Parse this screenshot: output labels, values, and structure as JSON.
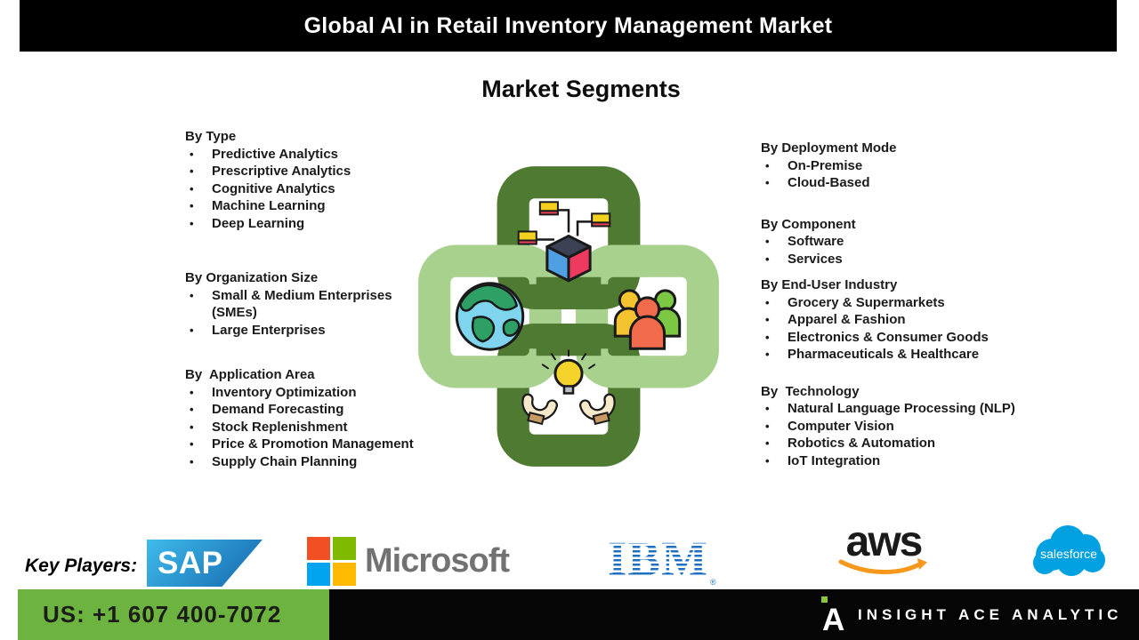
{
  "header": {
    "title": "Global AI in Retail Inventory Management Market"
  },
  "section_title": "Market Segments",
  "segments_left": [
    {
      "heading": "By Type",
      "items": [
        "Predictive Analytics",
        "Prescriptive Analytics",
        "Cognitive Analytics",
        "Machine Learning",
        "Deep Learning"
      ]
    },
    {
      "heading": "By Organization Size",
      "items": [
        "Small & Medium Enterprises (SMEs)",
        "Large Enterprises"
      ]
    },
    {
      "heading": "By  Application Area",
      "items": [
        "Inventory Optimization",
        "Demand Forecasting",
        "Stock Replenishment",
        "Price & Promotion Management",
        "Supply Chain Planning"
      ]
    }
  ],
  "segments_right": [
    {
      "heading": "By Deployment Mode",
      "items": [
        "On-Premise",
        "Cloud-Based"
      ]
    },
    {
      "heading": "By Component",
      "items": [
        "Software",
        "Services"
      ]
    },
    {
      "heading": "By End-User Industry",
      "items": [
        "Grocery & Supermarkets",
        "Apparel & Fashion",
        "Electronics & Consumer Goods",
        "Pharmaceuticals & Healthcare"
      ]
    },
    {
      "heading": "By  Technology",
      "items": [
        "Natural Language Processing (NLP)",
        "Computer Vision",
        "Robotics & Automation",
        "IoT Integration"
      ]
    }
  ],
  "center_illustration": {
    "description": "Four interlocking chain links with icons",
    "icons": [
      "data-cube-network-icon",
      "globe-icon",
      "people-group-icon",
      "idea-hands-icon"
    ]
  },
  "key_players": {
    "label": "Key Players:",
    "sap": "SAP",
    "microsoft": "Microsoft",
    "ibm": "IBM",
    "ibm_reg": "®",
    "aws": "aws",
    "salesforce": "salesforce"
  },
  "footer": {
    "phone": "US: +1 607 400-7072",
    "brand": "INSIGHT ACE ANALYTIC"
  },
  "colors": {
    "chain_dark_green": "#4E7B31",
    "chain_light_green": "#A9D18E",
    "footer_green": "#6CB33F",
    "microsoft_red": "#F25022",
    "microsoft_green": "#7FBA00",
    "microsoft_blue": "#00A4EF",
    "microsoft_yellow": "#FFB900",
    "ibm_blue": "#1F70C1",
    "aws_orange": "#F7981D",
    "salesforce_blue": "#00A1E0"
  }
}
